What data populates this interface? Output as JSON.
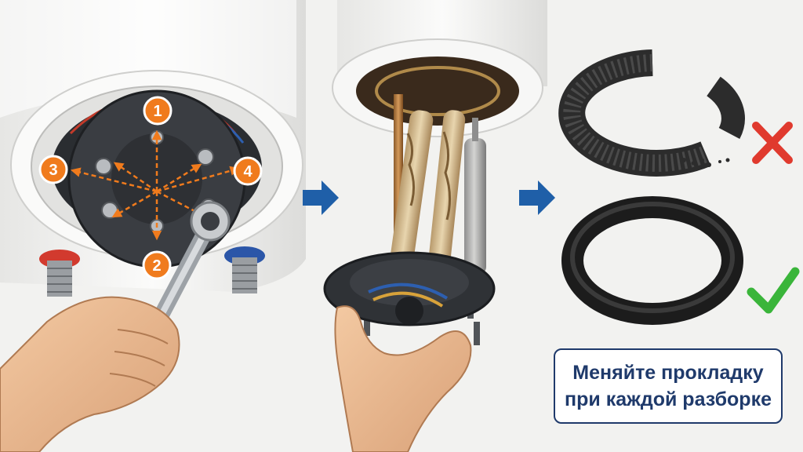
{
  "steps": [
    {
      "label": "1"
    },
    {
      "label": "2"
    },
    {
      "label": "3"
    },
    {
      "label": "4"
    }
  ],
  "callout": {
    "line1": "Меняйте прокладку",
    "line2": "при каждой разборке"
  },
  "colors": {
    "step_badge": "#f07b1d",
    "flow_arrow": "#1f5fa8",
    "bad_mark": "#e03a2e",
    "good_mark": "#3ab53a",
    "callout_border": "#1f3a6b"
  },
  "icons": {
    "bad": "cross-icon",
    "good": "check-icon"
  }
}
